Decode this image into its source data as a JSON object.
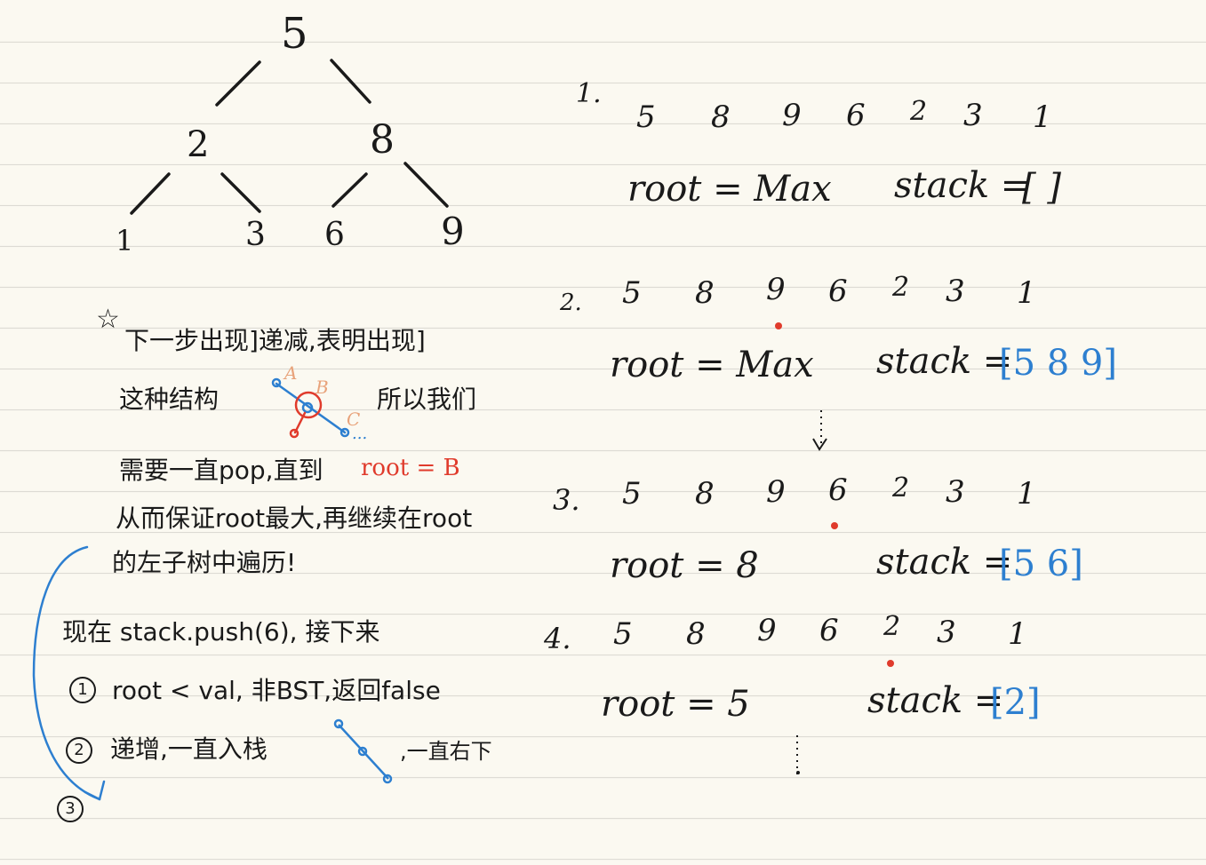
{
  "tree": {
    "root": "5",
    "left": "2",
    "right": "8",
    "left_left": "1",
    "left_right": "3",
    "right_left": "6",
    "right_right": "9"
  },
  "notes": {
    "star_line1": "下一步出现]递减,表明出现]",
    "star_line2_a": "这种结构",
    "star_line2_b": "所以我们",
    "star_line3_a": "需要一直pop,直到",
    "star_line3_b": "root = B",
    "star_line4": "从而保证root最大,再继续在root",
    "star_line5": "的左子树中遍历!",
    "diagram_label_a": "A",
    "diagram_label_b": "B",
    "diagram_label_c": "C",
    "diagram_ellipsis": "...",
    "push_line": "现在 stack.push(6), 接下来",
    "case1": "root < val, 非BST,返回false",
    "case2_a": "递增,一直入栈",
    "case2_b": ",一直右下",
    "case1_num": "1",
    "case2_num": "2",
    "case3_num": "3"
  },
  "steps": [
    {
      "index": "1.",
      "sequence": [
        "5",
        "8",
        "9",
        "6",
        "2",
        "3",
        "1"
      ],
      "root_text": "root = Max",
      "stack_label": "stack =",
      "stack_value": "[ ]"
    },
    {
      "index": "2.",
      "sequence": [
        "5",
        "8",
        "9",
        "6",
        "2",
        "3",
        "1"
      ],
      "root_text": "root = Max",
      "stack_label": "stack =",
      "stack_value": "[5 8 9]"
    },
    {
      "index": "3.",
      "sequence": [
        "5",
        "8",
        "9",
        "6",
        "2",
        "3",
        "1"
      ],
      "root_text": "root = 8",
      "stack_label": "stack =",
      "stack_value": "[5 6]"
    },
    {
      "index": "4.",
      "sequence": [
        "5",
        "8",
        "9",
        "6",
        "2",
        "3",
        "1"
      ],
      "root_text": "root = 5",
      "stack_label": "stack =",
      "stack_value": "[2]"
    }
  ],
  "colors": {
    "ink": "#1a1a1a",
    "blue_ink": "#2d7fd0",
    "red_ink": "#e03b2c",
    "paper": "#fbf9f1",
    "rule_line": "#dddbd4"
  }
}
